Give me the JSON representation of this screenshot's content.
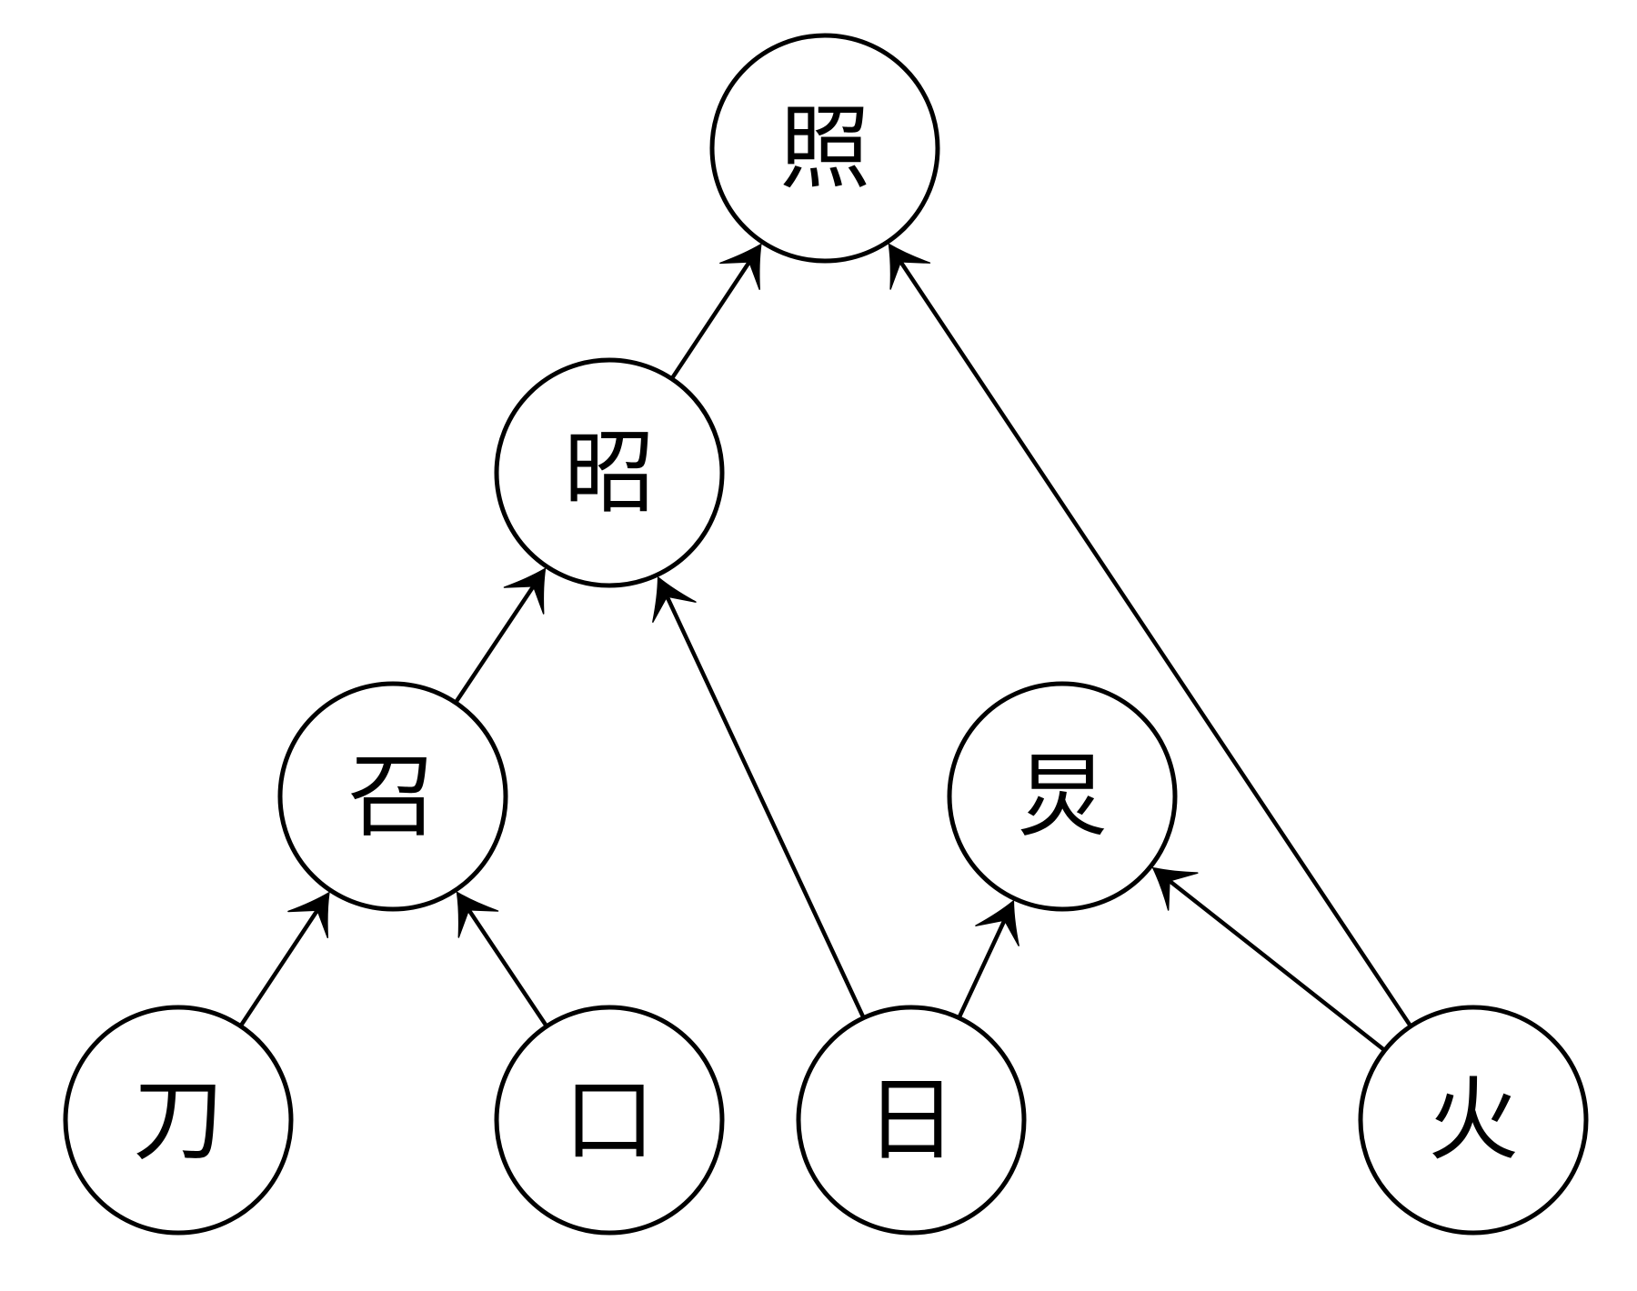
{
  "nodes": [
    {
      "id": "zhao4",
      "label": "照"
    },
    {
      "id": "zhao1",
      "label": "昭"
    },
    {
      "id": "zhao_call",
      "label": "召"
    },
    {
      "id": "jiong",
      "label": "炅"
    },
    {
      "id": "dao",
      "label": "刀"
    },
    {
      "id": "kou",
      "label": "口"
    },
    {
      "id": "ri",
      "label": "日"
    },
    {
      "id": "huo",
      "label": "火"
    }
  ],
  "edges": [
    {
      "from": "zhao1",
      "to": "zhao4"
    },
    {
      "from": "huo",
      "to": "zhao4"
    },
    {
      "from": "zhao_call",
      "to": "zhao1"
    },
    {
      "from": "ri",
      "to": "zhao1"
    },
    {
      "from": "dao",
      "to": "zhao_call"
    },
    {
      "from": "kou",
      "to": "zhao_call"
    },
    {
      "from": "ri",
      "to": "jiong"
    },
    {
      "from": "huo",
      "to": "jiong"
    }
  ],
  "colors": {
    "stroke": "#000000",
    "fill": "#ffffff"
  }
}
